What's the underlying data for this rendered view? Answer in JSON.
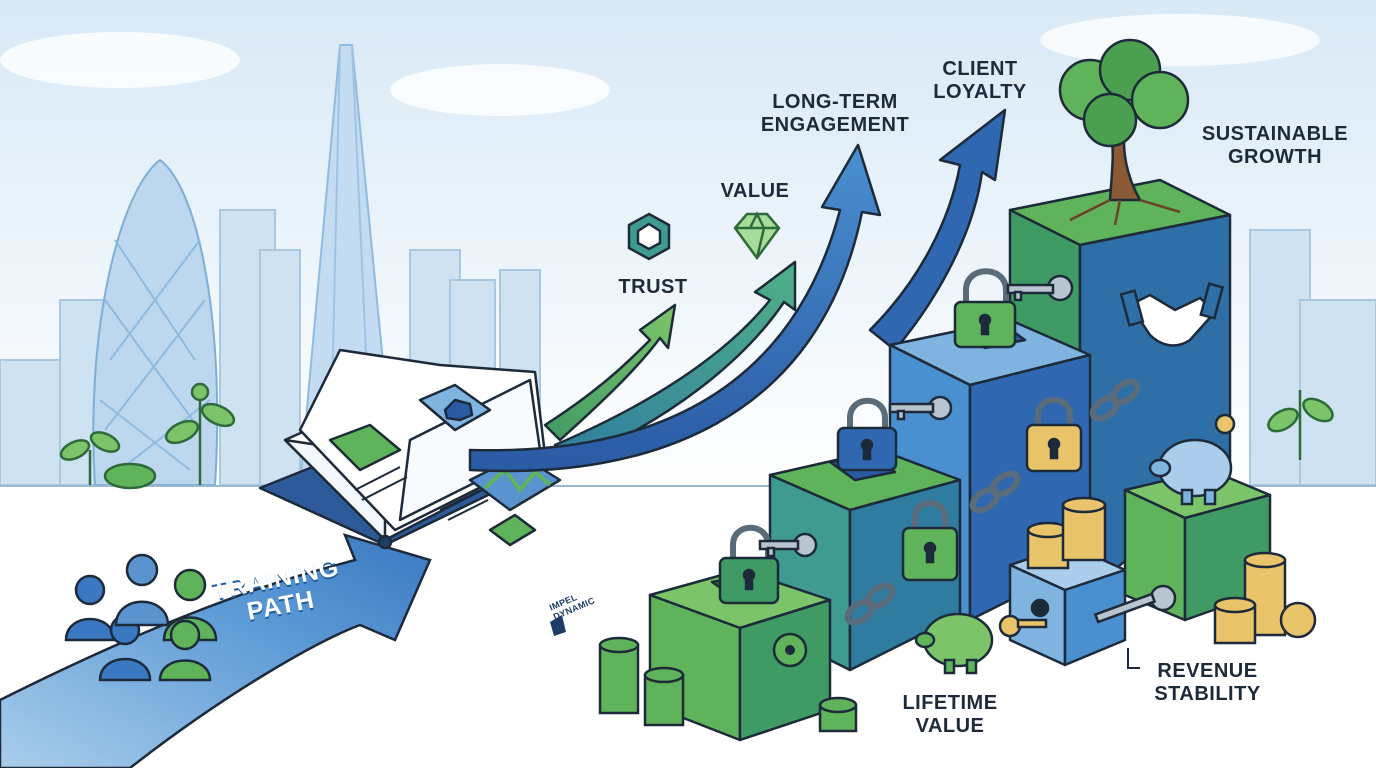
{
  "labels": {
    "trust": "TRUST",
    "value": "VALUE",
    "long_term_1": "LONG-TERM",
    "long_term_2": "ENGAGEMENT",
    "loyalty_1": "CLIENT",
    "loyalty_2": "LOYALTY",
    "growth_1": "SUSTAINABLE",
    "growth_2": "GROWTH",
    "lifetime_1": "LIFETIME",
    "lifetime_2": "VALUE",
    "revenue_1": "REVENUE",
    "revenue_2": "STABILITY",
    "training_1": "TRAINING",
    "training_2": "PATH"
  },
  "brand": {
    "line1": "IMPEL",
    "line2": "DYNAMIC"
  },
  "colors": {
    "sky": "#e6f1fa",
    "skyline": "#cfe2f2",
    "green": "#5fb35a",
    "teal": "#3f9a8f",
    "blue": "#3a78c2",
    "navy": "#2a5aa4",
    "gold": "#e9c46a",
    "outline": "#1d2a3a"
  },
  "icons": [
    "diamond-icon",
    "hexagon-gem-icon",
    "padlock-icon",
    "key-icon",
    "chain-link-icon",
    "handshake-icon",
    "piggy-bank-icon",
    "coin-stack-icon",
    "tree-icon",
    "open-book-icon",
    "people-icon",
    "sprout-icon"
  ]
}
